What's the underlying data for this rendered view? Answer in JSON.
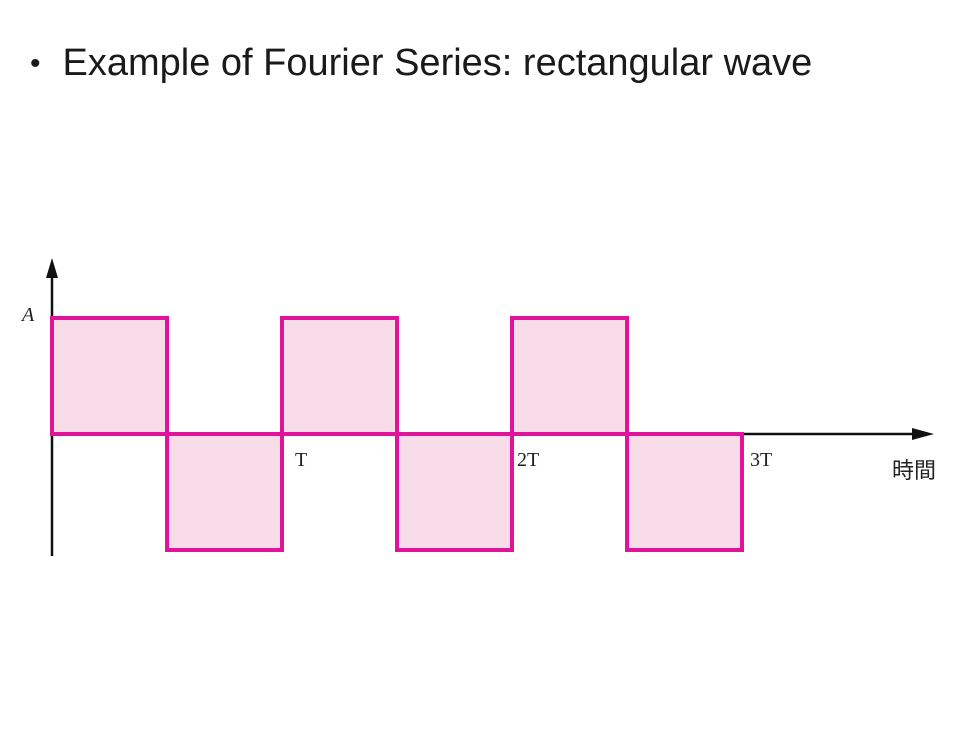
{
  "slide": {
    "bullet": "•",
    "title": "Example of Fourier Series: rectangular wave"
  },
  "diagram": {
    "y_label": "A",
    "x_label": "時間",
    "ticks": [
      {
        "id": "T",
        "label": "T"
      },
      {
        "id": "2T",
        "label": "2T"
      },
      {
        "id": "3T",
        "label": "3T"
      }
    ],
    "waveform": {
      "amplitude": "A",
      "period": 2,
      "half_periods": [
        {
          "t0": 0,
          "t1": 1,
          "level": 1
        },
        {
          "t0": 1,
          "t1": 2,
          "level": -1
        },
        {
          "t0": 2,
          "t1": 3,
          "level": 1
        },
        {
          "t0": 3,
          "t1": 4,
          "level": -1
        },
        {
          "t0": 4,
          "t1": 5,
          "level": 1
        },
        {
          "t0": 5,
          "t1": 6,
          "level": -1
        }
      ]
    },
    "colors": {
      "stroke": "#e0149b",
      "fill": "#f8dde9",
      "axis": "#111111"
    }
  }
}
